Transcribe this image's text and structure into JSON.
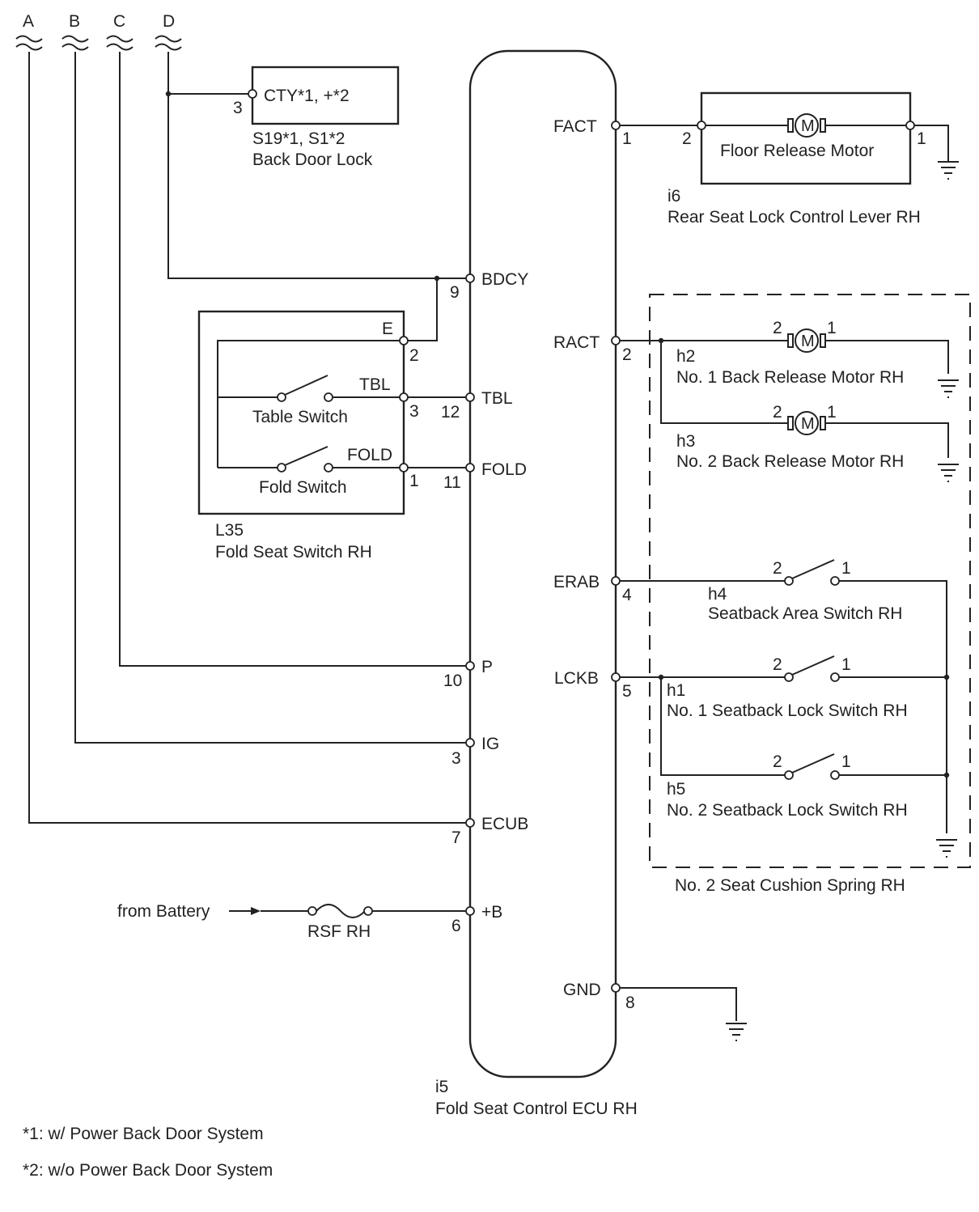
{
  "wire_ends": {
    "a": "A",
    "b": "B",
    "c": "C",
    "d": "D"
  },
  "back_door_lock": {
    "inner_label": "CTY*1, +*2",
    "pin": "3",
    "code": "S19*1, S1*2",
    "name": "Back Door Lock"
  },
  "ecu": {
    "code": "i5",
    "name": "Fold Seat Control ECU RH",
    "left_pins": [
      {
        "label": "BDCY",
        "num": "9"
      },
      {
        "label": "TBL",
        "num": "12"
      },
      {
        "label": "FOLD",
        "num": "11"
      },
      {
        "label": "P",
        "num": "10"
      },
      {
        "label": "IG",
        "num": "3"
      },
      {
        "label": "ECUB",
        "num": "7"
      },
      {
        "label": "+B",
        "num": "6"
      }
    ],
    "right_pins": [
      {
        "label": "FACT",
        "num": "1"
      },
      {
        "label": "RACT",
        "num": "2"
      },
      {
        "label": "ERAB",
        "num": "4"
      },
      {
        "label": "LCKB",
        "num": "5"
      },
      {
        "label": "GND",
        "num": "8"
      }
    ]
  },
  "fold_seat_switch": {
    "code": "L35",
    "name": "Fold Seat Switch RH",
    "e_label": "E",
    "e_pin": "2",
    "tbl_label": "TBL",
    "tbl_pin": "3",
    "table_switch": "Table Switch",
    "fold_label": "FOLD",
    "fold_pin": "1",
    "fold_switch": "Fold Switch"
  },
  "battery": {
    "from": "from Battery",
    "fuse": "RSF RH"
  },
  "rear_seat_lock_lever": {
    "code": "i6",
    "name": "Rear Seat Lock Control Lever RH",
    "motor": "Floor Release Motor",
    "pin_left": "2",
    "pin_right": "1",
    "motor_symbol": "M"
  },
  "seat_cushion_spring": {
    "name": "No. 2 Seat Cushion Spring RH",
    "back_release_motor_1": {
      "code": "h2",
      "name": "No. 1 Back Release Motor RH",
      "pin_a": "2",
      "pin_b": "1"
    },
    "back_release_motor_2": {
      "code": "h3",
      "name": "No. 2 Back Release Motor RH",
      "pin_a": "2",
      "pin_b": "1"
    },
    "seatback_area_switch": {
      "code": "h4",
      "name": "Seatback Area Switch RH",
      "pin_a": "2",
      "pin_b": "1"
    },
    "seatback_lock_switch_1": {
      "code": "h1",
      "name": "No. 1 Seatback Lock Switch RH",
      "pin_a": "2",
      "pin_b": "1"
    },
    "seatback_lock_switch_2": {
      "code": "h5",
      "name": "No. 2 Seatback Lock Switch RH",
      "pin_a": "2",
      "pin_b": "1"
    }
  },
  "footnotes": [
    "*1: w/ Power Back Door System",
    "*2: w/o Power Back Door System"
  ]
}
